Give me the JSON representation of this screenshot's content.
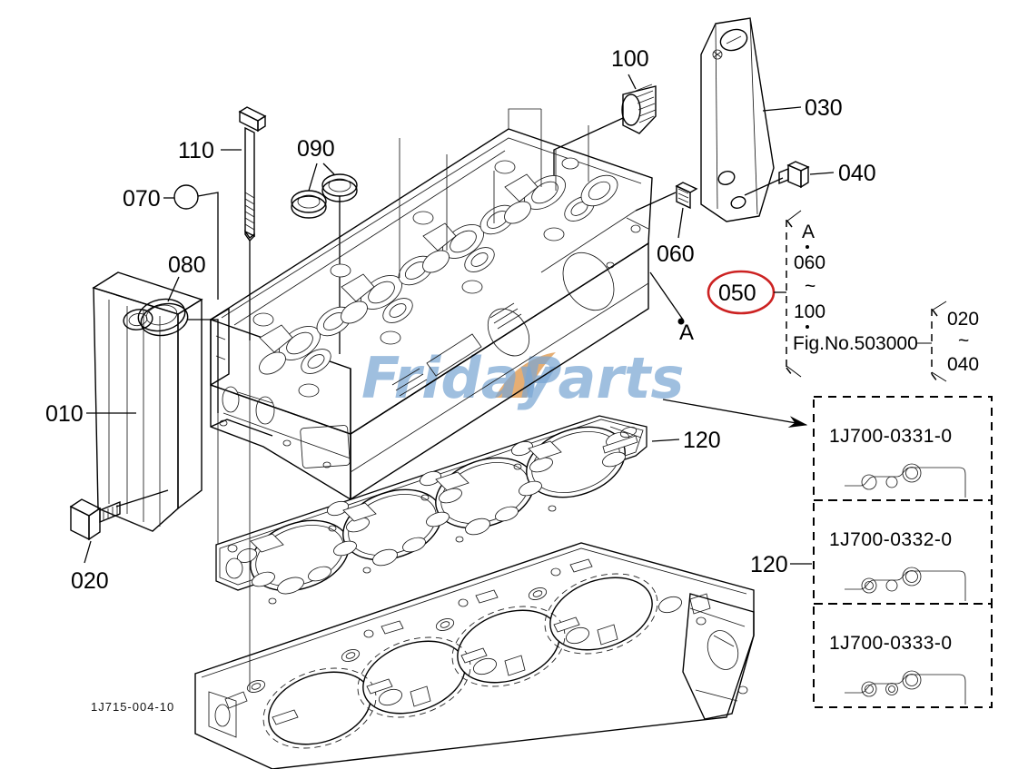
{
  "drawing": {
    "number": "1J715-004-10",
    "watermark_text_1": "Friday",
    "watermark_text_2": "Parts",
    "watermark_color": "#7ba7d4",
    "watermark_accent_color": "#e2a05a"
  },
  "callouts": {
    "c010": "010",
    "c020": "020",
    "c030": "030",
    "c040": "040",
    "c050": "050",
    "c060": "060",
    "c070": "070",
    "c080": "080",
    "c090": "090",
    "c100": "100",
    "c110": "110",
    "c120_gasket": "120",
    "c120_panel": "120",
    "marker_a_body": "A"
  },
  "highlight": {
    "part_number": "050",
    "circle_color": "#cc2222"
  },
  "reference_box": {
    "marker": "A",
    "range_from": "060",
    "range_tilde": "~",
    "range_to": "100",
    "fig_label": "Fig.No.503000",
    "sub_from": "020",
    "sub_tilde": "~",
    "sub_to": "040"
  },
  "variants_panel": {
    "group_label": "120",
    "items": [
      {
        "part_number": "1J700-0331-0",
        "hole_style": "plain-plain-ring"
      },
      {
        "part_number": "1J700-0332-0",
        "hole_style": "ring-plain-ring"
      },
      {
        "part_number": "1J700-0333-0",
        "hole_style": "ring-ring-ring"
      }
    ]
  }
}
